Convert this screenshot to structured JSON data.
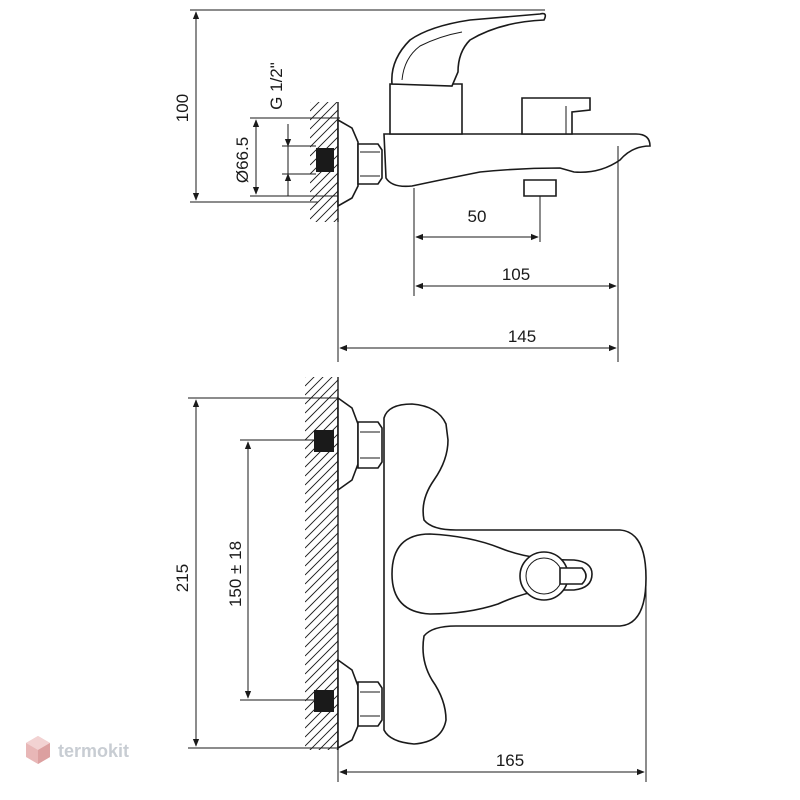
{
  "drawing": {
    "side_view": {
      "height_100": "100",
      "diameter": "Ø66.5",
      "thread": "G 1/2\"",
      "spout_50": "50",
      "reach_105": "105",
      "depth_145": "145"
    },
    "front_view": {
      "height_215": "215",
      "spacing": "150 ± 18",
      "width_165": "165"
    }
  },
  "brand": {
    "name": "termokit",
    "color": "#c8cdd3",
    "icon": "hexagon-logo-icon"
  },
  "colors": {
    "line": "#1a1a1a",
    "fill_dark": "#1a1a1a"
  }
}
